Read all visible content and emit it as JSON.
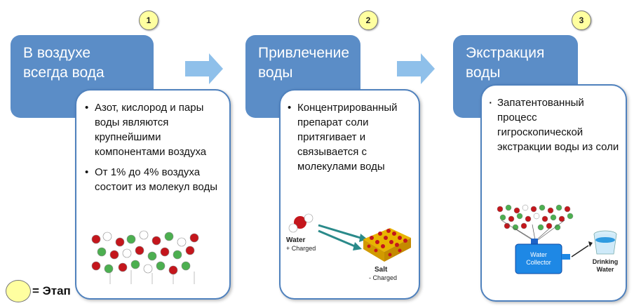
{
  "steps": [
    {
      "number": "1",
      "title_line1": "В воздухе",
      "title_line2": "всегда вода",
      "bullets": [
        "Азот, кислород и пары воды являются крупнейшими компонентами воздуха",
        "От 1% до 4% воздуха состоит из молекул воды"
      ]
    },
    {
      "number": "2",
      "title_line1": "Привлечение",
      "title_line2": "воды",
      "bullets": [
        "Концентрированный препарат соли притягивает и связывается с молекулами воды"
      ],
      "illustration": {
        "water_label": "Water",
        "water_charge": "+ Charged",
        "salt_label": "Salt",
        "salt_charge": "- Charged"
      }
    },
    {
      "number": "3",
      "title_line1": "Экстракция",
      "title_line2": "воды",
      "bullets": [
        "Запатентованный процесс гигроскопической экстракции воды из соли"
      ],
      "illustration": {
        "collector_line1": "Water",
        "collector_line2": "Collector",
        "drinking_line1": "Drinking",
        "drinking_line2": "Water"
      }
    }
  ],
  "legend": {
    "label": "= Этап"
  },
  "colors": {
    "title_box": "#5b8dc7",
    "card_border": "#4f81bd",
    "badge": "#ffffa0",
    "arrow": "#8fc0ea"
  }
}
